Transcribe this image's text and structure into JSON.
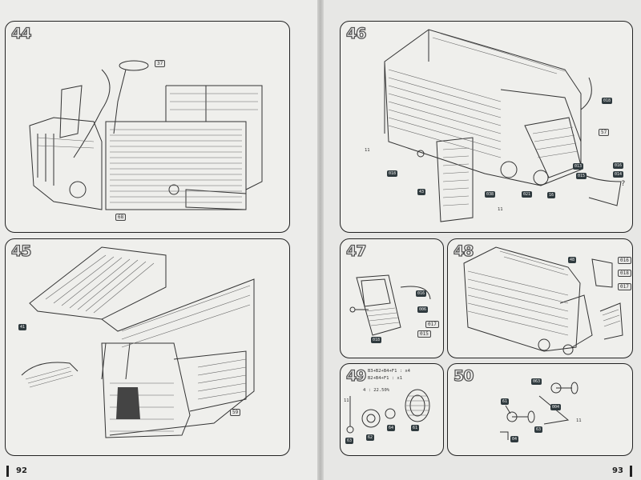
{
  "steps": {
    "s44": {
      "number": "44",
      "parts": [
        "37",
        "68"
      ]
    },
    "s45": {
      "number": "45",
      "parts": [
        "41",
        "59"
      ]
    },
    "s46": {
      "number": "46",
      "parts": [
        "11",
        "018",
        "43",
        "038",
        "021",
        "16",
        "57",
        "018",
        "11",
        "013",
        "015",
        "016",
        "014",
        "?"
      ]
    },
    "s47": {
      "number": "47",
      "parts": [
        "016",
        "006",
        "017",
        "015",
        "018"
      ]
    },
    "s48": {
      "number": "48",
      "parts": [
        "48",
        "016",
        "018",
        "017"
      ]
    },
    "s49": {
      "number": "49",
      "parts": [
        "11",
        "63",
        "62",
        "64",
        "61"
      ],
      "notes": [
        "B3+B2+B4+F1 : x4",
        "B2+B4+F1 : x1",
        "4 : 22.50%"
      ]
    },
    "s50": {
      "number": "50",
      "parts": [
        "063",
        "61",
        "004",
        "11",
        "63",
        "04"
      ]
    }
  },
  "pages": {
    "left": "92",
    "right": "93"
  }
}
